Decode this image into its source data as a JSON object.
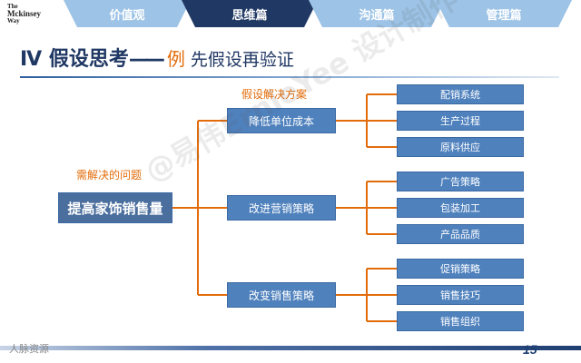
{
  "logo": {
    "line1": "The",
    "line2": "Mckinsey",
    "line3": "Way"
  },
  "tabs": [
    {
      "label": "价值观",
      "active": false
    },
    {
      "label": "思维篇",
      "active": true
    },
    {
      "label": "沟通篇",
      "active": false
    },
    {
      "label": "管理篇",
      "active": false
    }
  ],
  "title": {
    "main": "Ⅳ 假设思考",
    "dash": "——",
    "example": "例",
    "subtitle": "先假设再验证"
  },
  "diagram": {
    "problem_label": "需解决的问题",
    "solutions_label": "假设解决方案",
    "root": "提高家饰销售量",
    "branches": [
      {
        "label": "降低单位成本",
        "leaves": [
          "配销系统",
          "生产过程",
          "原料供应"
        ]
      },
      {
        "label": "改进营销策略",
        "leaves": [
          "广告策略",
          "包装加工",
          "产品品质"
        ]
      },
      {
        "label": "改变销售策略",
        "leaves": [
          "促销策略",
          "销售技巧",
          "销售组织"
        ]
      }
    ]
  },
  "watermark": "@易伟ErnieYee 设计制作",
  "footer": {
    "mark": "人脉资源",
    "page": "15"
  },
  "colors": {
    "box": "#4f81bd",
    "root": "#4a6e9d",
    "connector": "#e36c0a",
    "title": "#203864",
    "tab_active": "#203864",
    "tab_inactive": "#9dc3e6"
  }
}
